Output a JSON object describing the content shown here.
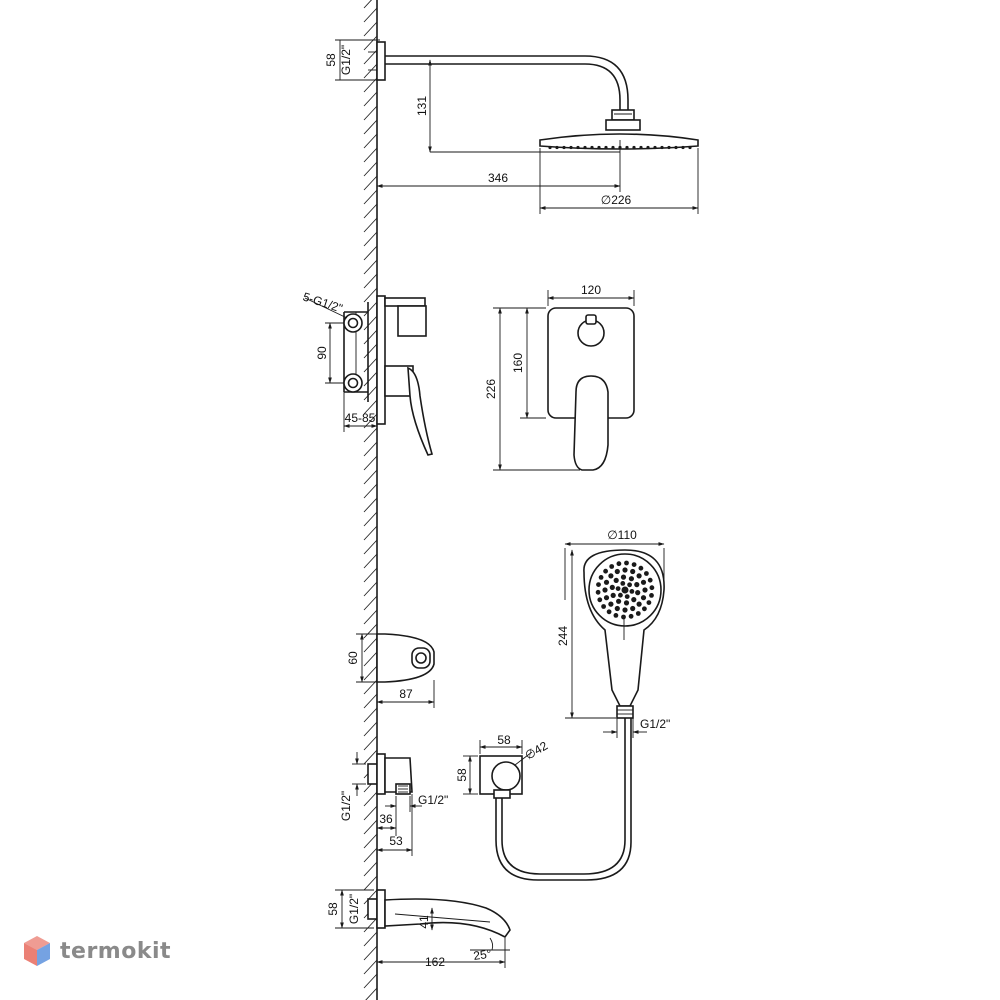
{
  "watermark": {
    "text": "termokit",
    "icon": "cube-logo-icon"
  },
  "colors": {
    "line": "#1a1a1a",
    "logo_red": "#e24a3b",
    "logo_blue": "#3a7bd5",
    "logo_text": "#8a8a8a"
  },
  "dimensions": {
    "shower_arm": {
      "flange_height": "58",
      "thread": "G1/2\"",
      "drop": "131",
      "reach": "346",
      "head_diameter": "∅226"
    },
    "mixer": {
      "outlets": "5-G1/2\"",
      "spacing": "90",
      "depth": "45-85",
      "plate_width": "120",
      "plate_height": "160",
      "total_height": "226"
    },
    "hand_shower": {
      "head_diameter": "∅110",
      "length": "244",
      "thread": "G1/2\""
    },
    "holder": {
      "height": "60",
      "projection": "87"
    },
    "wall_outlet": {
      "thread_left": "G1/2\"",
      "thread_right": "G1/2\"",
      "depth_inner": "36",
      "depth_outer": "53",
      "plate_width": "58",
      "plate_height": "58",
      "hole": "∅42"
    },
    "spout": {
      "flange_height": "58",
      "thread": "G1/2\"",
      "drop": "41",
      "length": "162",
      "angle": "25°"
    }
  }
}
